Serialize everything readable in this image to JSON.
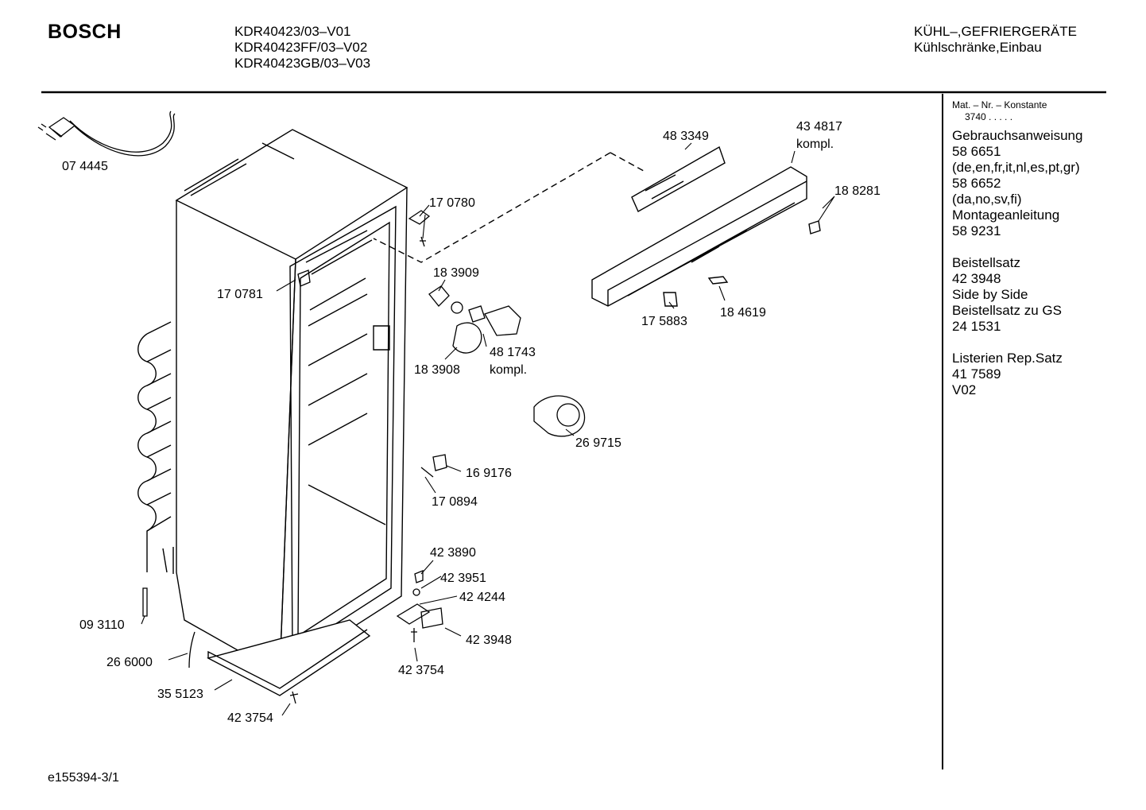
{
  "header": {
    "brand": "BOSCH",
    "models": [
      "KDR40423/03–V01",
      "KDR40423FF/03–V02",
      "KDR40423GB/03–V03"
    ],
    "category_line1": "KÜHL–,GEFRIERGERÄTE",
    "category_line2": "Kühlschränke,Einbau"
  },
  "sidebar": {
    "title": "Mat. – Nr. – Konstante",
    "constant": "3740  .  .  .  .  .",
    "groups": [
      [
        "Gebrauchsanweisung",
        "58 6651",
        "(de,en,fr,it,nl,es,pt,gr)",
        "58 6652",
        "(da,no,sv,fi)",
        "Montageanleitung",
        "58 9231"
      ],
      [
        "Beistellsatz",
        "42 3948",
        "Side by Side",
        "Beistellsatz zu GS",
        "24 1531"
      ],
      [
        "Listerien Rep.Satz",
        "41 7589",
        "V02"
      ]
    ]
  },
  "parts": {
    "p074445": "07 4445",
    "p483349": "48 3349",
    "p434817": "43 4817",
    "kompl_a": "kompl.",
    "p188281": "18 8281",
    "p170780": "17 0780",
    "p170781": "17 0781",
    "p183909": "18 3909",
    "p175883": "17 5883",
    "p184619": "18 4619",
    "p481743": "48 1743",
    "kompl_b": "kompl.",
    "p183908": "18 3908",
    "p269715": "26 9715",
    "p169176": "16 9176",
    "p170894": "17 0894",
    "p423890": "42 3890",
    "p423951": "42 3951",
    "p424244": "42 4244",
    "p423948": "42 3948",
    "p093110": "09 3110",
    "p423754a": "42 3754",
    "p266000": "26 6000",
    "p355123": "35 5123",
    "p423754b": "42 3754"
  },
  "footer": {
    "code": "e155394-3/1"
  }
}
